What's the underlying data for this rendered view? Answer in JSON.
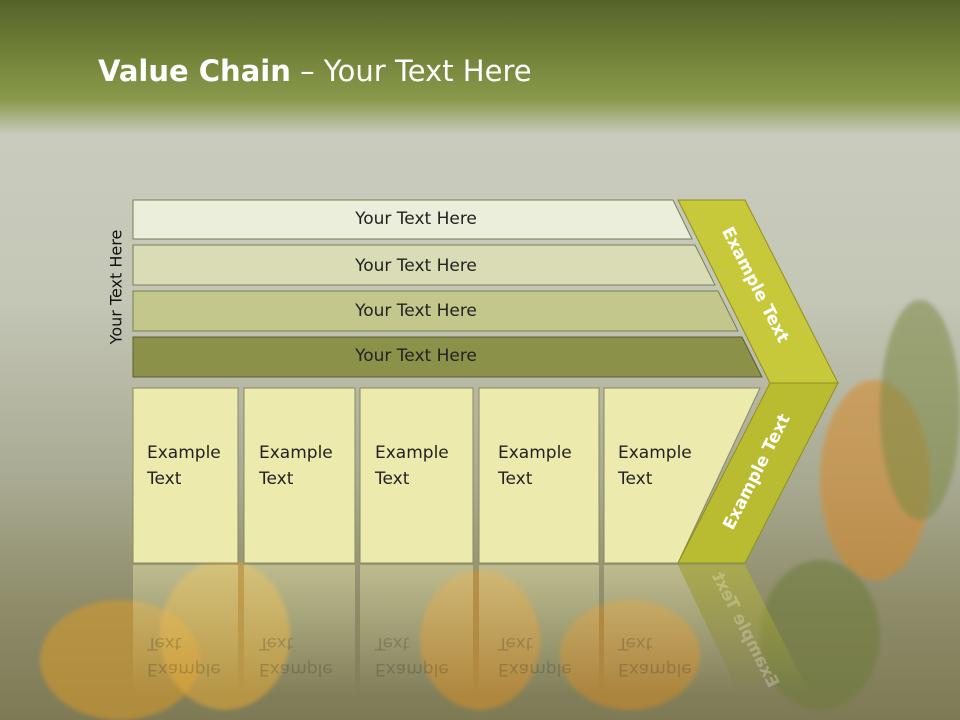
{
  "title": {
    "bold": "Value Chain",
    "rest": " – Your Text Here"
  },
  "side_label": "Your Text Here",
  "bars": [
    {
      "label": "Your Text Here"
    },
    {
      "label": "Your Text Here"
    },
    {
      "label": "Your Text Here"
    },
    {
      "label": "Your Text Here"
    }
  ],
  "boxes": [
    {
      "line1": "Example",
      "line2": "Text"
    },
    {
      "line1": "Example",
      "line2": "Text"
    },
    {
      "line1": "Example",
      "line2": "Text"
    },
    {
      "line1": "Example",
      "line2": "Text"
    },
    {
      "line1": "Example",
      "line2": "Text"
    }
  ],
  "chevron": {
    "upper": "Example Text",
    "lower": "Example Text"
  },
  "colors": {
    "bar1": "#eceedc",
    "bar2": "#d9dcb4",
    "bar3": "#c3c78c",
    "bar4": "#8b9149",
    "box": "#eceaad",
    "chevron_top": "#c7c93a",
    "chevron_bottom": "#b9bb30"
  }
}
